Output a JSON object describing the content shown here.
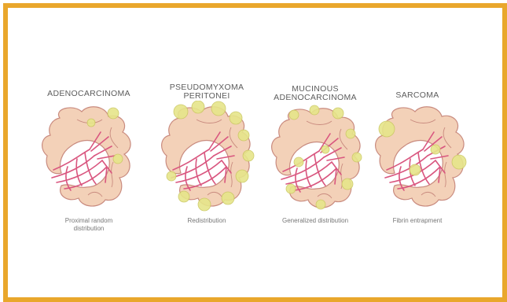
{
  "panels": [
    {
      "title": "ADENOCARCINOMA",
      "caption": "Proximal random\ndistribution",
      "variant": "adeno"
    },
    {
      "title": "PSEUDOMYXOMA\nPERITONEI",
      "caption": "Redistribution",
      "variant": "pseudo"
    },
    {
      "title": "MUCINOUS\nADENOCARCINOMA",
      "caption": "Generalized distribution",
      "variant": "mucinous"
    },
    {
      "title": "SARCOMA",
      "caption": "Fibrin entrapment",
      "variant": "sarcoma"
    }
  ],
  "colors": {
    "border": "#e9a72c",
    "bowel_fill": "#f3d1b8",
    "bowel_stroke": "#c98b7f",
    "vessel": "#d9567f",
    "tumor_fill": "#e6e58a",
    "tumor_stroke": "#c9c760"
  }
}
